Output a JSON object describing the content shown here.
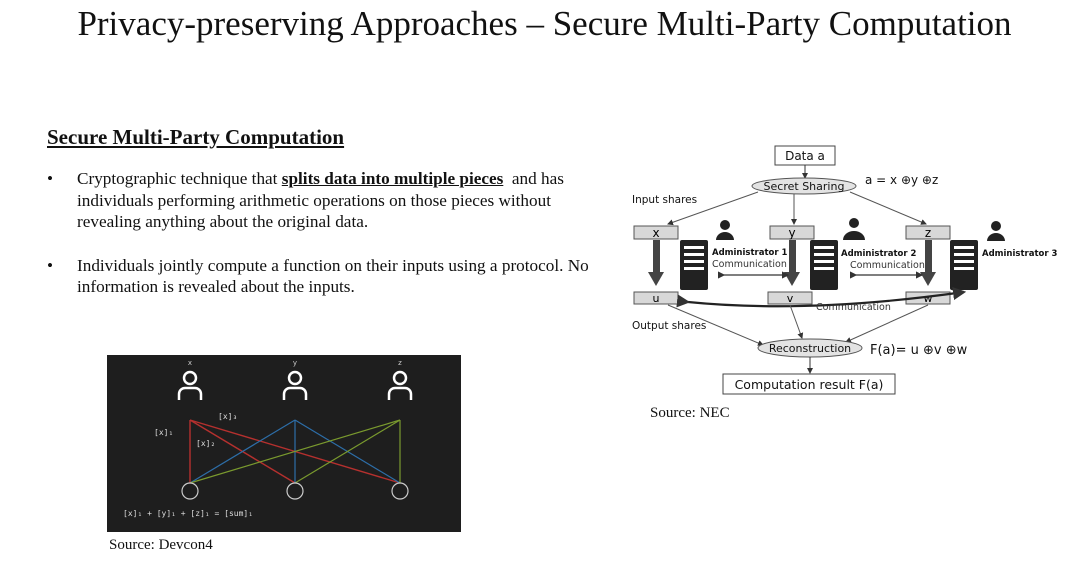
{
  "slide": {
    "title": "Privacy-preserving Approaches – Secure Multi-Party Computation",
    "subheading": "Secure Multi-Party Computation",
    "bullet1": {
      "pre": "Cryptographic technique that ",
      "emph": "splits data into multiple pieces",
      "post": "  and has individuals performing arithmetic operations on those pieces without revealing anything about the original data."
    },
    "bullet2": "Individuals jointly compute a function on their inputs using a protocol. No information is revealed about the inputs.",
    "bullet_marker": "•"
  },
  "devcon_figure": {
    "parties": [
      "x",
      "y",
      "z"
    ],
    "share_labels": [
      "[x]₁",
      "[x]₂",
      "[x]₃"
    ],
    "equation": "[x]₁ + [y]₁ + [z]₁ = [sum]₁",
    "colors": {
      "background": "#1e1e1e",
      "red": "#b5302e",
      "blue": "#2d6ea8",
      "green": "#7a9a2e"
    },
    "caption": "Source: Devcon4"
  },
  "nec_figure": {
    "data_label": "Data a",
    "secret_sharing": "Secret Sharing",
    "sharing_formula": "a = x ⊕y ⊕z",
    "input_shares": "Input shares",
    "inputs": [
      "x",
      "y",
      "z"
    ],
    "outputs": [
      "u",
      "v",
      "w"
    ],
    "admins": [
      "Administrator 1",
      "Administrator 2",
      "Administrator 3"
    ],
    "communication": "Communication",
    "output_shares": "Output shares",
    "reconstruction": "Reconstruction",
    "result_formula": "F(a)= u ⊕v ⊕w",
    "result": "Computation result F(a)",
    "caption": "Source: NEC"
  }
}
